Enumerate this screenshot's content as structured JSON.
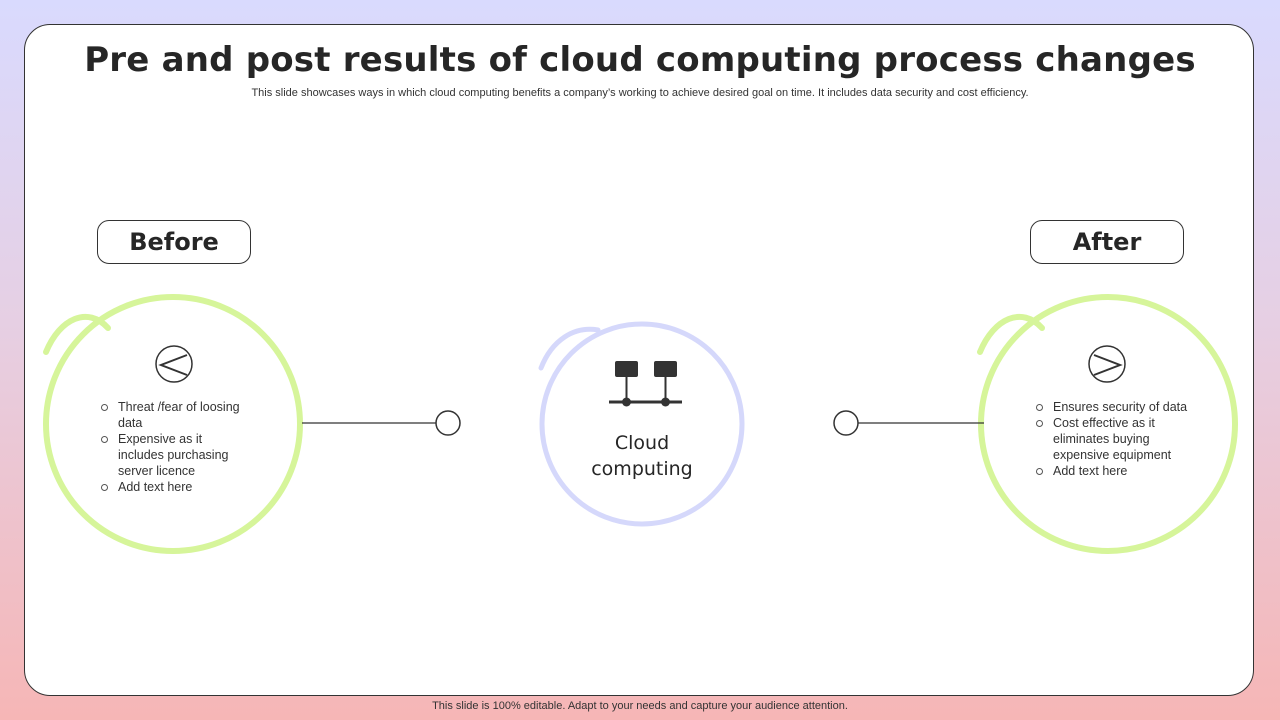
{
  "slide": {
    "title": "Pre and post results of cloud computing process changes",
    "subtitle": "This slide showcases ways in which cloud computing benefits a company’s working to achieve desired goal on time. It includes data security and cost efficiency.",
    "footer": "This slide is 100% editable. Adapt to your needs and capture your audience attention."
  },
  "before": {
    "label": "Before",
    "icon": "chevron-left-icon",
    "items": [
      "Threat /fear of loosing data",
      "Expensive  as it includes purchasing server  licence",
      "Add text here"
    ]
  },
  "center": {
    "label_line1": "Cloud",
    "label_line2": "computing",
    "icon": "network-computers-icon"
  },
  "after": {
    "label": "After",
    "icon": "chevron-right-icon",
    "items": [
      "Ensures security of data",
      "Cost effective  as it eliminates buying expensive equipment",
      "Add text here"
    ]
  },
  "colors": {
    "green_ring": "#d6f59a",
    "blue_ring": "#d5d8fb",
    "dark": "#333333"
  }
}
